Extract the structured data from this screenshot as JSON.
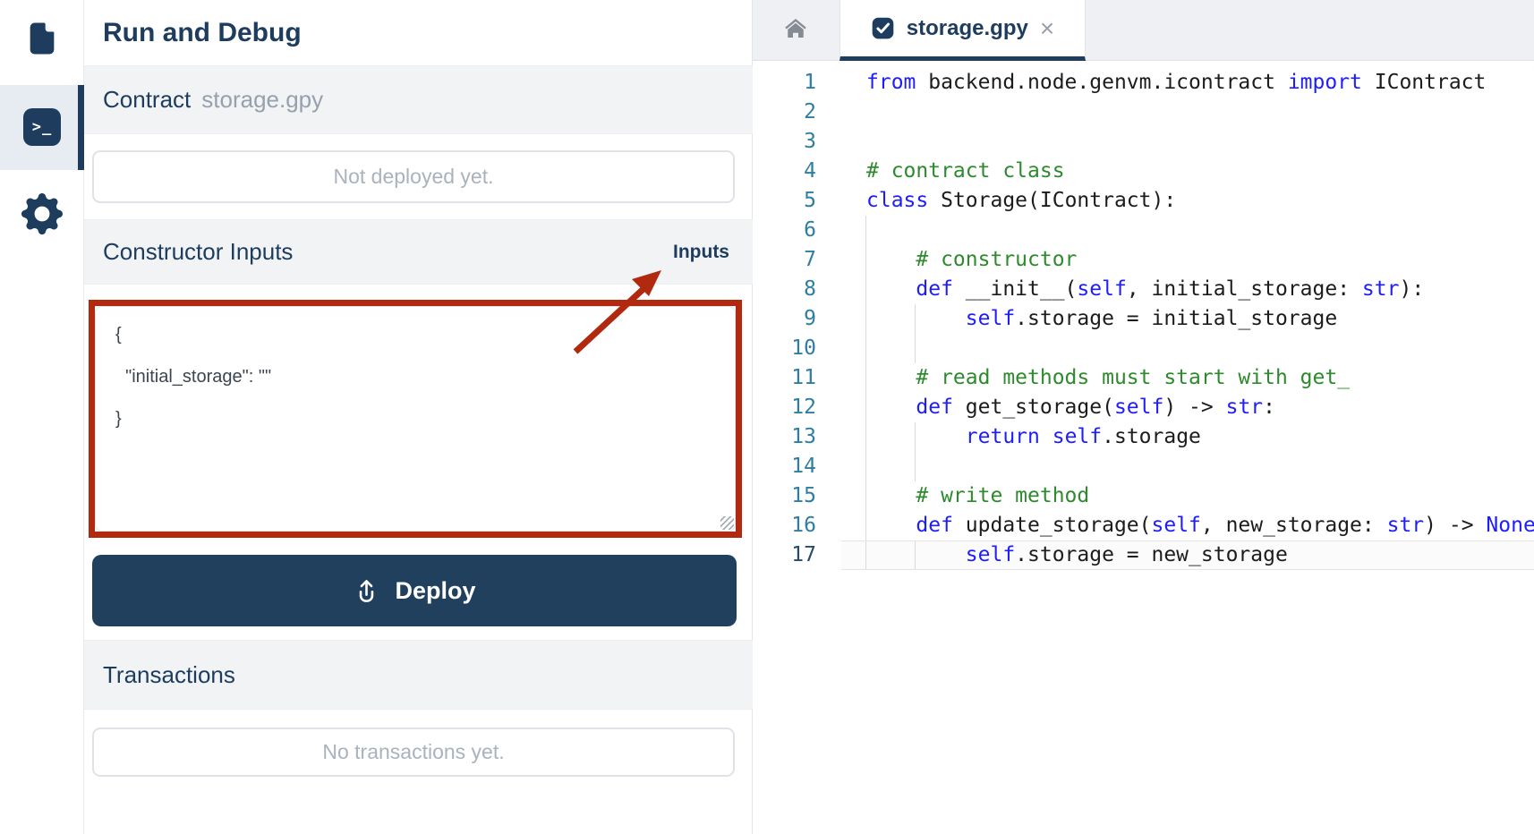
{
  "colors": {
    "accent_navy": "#1d3c5e",
    "deploy_button": "#21405d",
    "annotation_red": "#b1290f",
    "keyword_blue": "#1d1dff",
    "comment_green": "#2d8a2d",
    "line_number_teal": "#2e7da2",
    "section_bg": "#f1f3f5",
    "muted_text": "#a9b2bd"
  },
  "sidebar": {
    "items": [
      {
        "icon": "file-icon"
      },
      {
        "icon": "terminal-icon",
        "glyph": ">_",
        "active": true
      },
      {
        "icon": "gear-icon"
      }
    ]
  },
  "panel": {
    "title": "Run and Debug",
    "contract": {
      "label": "Contract",
      "file": "storage.gpy"
    },
    "deploy_status": "Not deployed yet.",
    "constructor": {
      "label": "Constructor Inputs",
      "toggle_label": "Inputs",
      "value": "{\n  \"initial_storage\": \"\"\n}"
    },
    "deploy_label": "Deploy",
    "transactions": {
      "label": "Transactions",
      "empty": "No transactions yet."
    }
  },
  "editor": {
    "tab": {
      "label": "storage.gpy",
      "close_glyph": "×",
      "icon": "check-square-icon"
    },
    "home_tab_icon": "home-icon",
    "lines": [
      {
        "n": 1,
        "seg": [
          [
            "k",
            "from"
          ],
          [
            "p",
            " backend.node.genvm.icontract "
          ],
          [
            "k",
            "import"
          ],
          [
            "p",
            " IContract"
          ]
        ],
        "g": []
      },
      {
        "n": 2,
        "seg": [],
        "g": []
      },
      {
        "n": 3,
        "seg": [],
        "g": []
      },
      {
        "n": 4,
        "seg": [
          [
            "c",
            "# contract class"
          ]
        ],
        "g": []
      },
      {
        "n": 5,
        "seg": [
          [
            "k",
            "class"
          ],
          [
            "p",
            " Storage(IContract):"
          ]
        ],
        "g": []
      },
      {
        "n": 6,
        "seg": [],
        "g": [
          0
        ]
      },
      {
        "n": 7,
        "seg": [
          [
            "p",
            "    "
          ],
          [
            "c",
            "# constructor"
          ]
        ],
        "g": [
          0
        ]
      },
      {
        "n": 8,
        "seg": [
          [
            "p",
            "    "
          ],
          [
            "k",
            "def"
          ],
          [
            "p",
            " __init__("
          ],
          [
            "k",
            "self"
          ],
          [
            "p",
            ", initial_storage: "
          ],
          [
            "k",
            "str"
          ],
          [
            "p",
            "):"
          ]
        ],
        "g": [
          0
        ]
      },
      {
        "n": 9,
        "seg": [
          [
            "p",
            "        "
          ],
          [
            "k",
            "self"
          ],
          [
            "p",
            ".storage = initial_storage"
          ]
        ],
        "g": [
          0,
          4
        ]
      },
      {
        "n": 10,
        "seg": [],
        "g": [
          0,
          4
        ]
      },
      {
        "n": 11,
        "seg": [
          [
            "p",
            "    "
          ],
          [
            "c",
            "# read methods must start with get_"
          ]
        ],
        "g": [
          0
        ]
      },
      {
        "n": 12,
        "seg": [
          [
            "p",
            "    "
          ],
          [
            "k",
            "def"
          ],
          [
            "p",
            " get_storage("
          ],
          [
            "k",
            "self"
          ],
          [
            "p",
            ") -> "
          ],
          [
            "k",
            "str"
          ],
          [
            "p",
            ":"
          ]
        ],
        "g": [
          0
        ]
      },
      {
        "n": 13,
        "seg": [
          [
            "p",
            "        "
          ],
          [
            "k",
            "return"
          ],
          [
            "p",
            " "
          ],
          [
            "k",
            "self"
          ],
          [
            "p",
            ".storage"
          ]
        ],
        "g": [
          0,
          4
        ]
      },
      {
        "n": 14,
        "seg": [],
        "g": [
          0,
          4
        ]
      },
      {
        "n": 15,
        "seg": [
          [
            "p",
            "    "
          ],
          [
            "c",
            "# write method"
          ]
        ],
        "g": [
          0
        ]
      },
      {
        "n": 16,
        "seg": [
          [
            "p",
            "    "
          ],
          [
            "k",
            "def"
          ],
          [
            "p",
            " update_storage("
          ],
          [
            "k",
            "self"
          ],
          [
            "p",
            ", new_storage: "
          ],
          [
            "k",
            "str"
          ],
          [
            "p",
            ") -> "
          ],
          [
            "k",
            "None"
          ],
          [
            "p",
            ":"
          ]
        ],
        "g": [
          0
        ]
      },
      {
        "n": 17,
        "seg": [
          [
            "p",
            "        "
          ],
          [
            "k",
            "self"
          ],
          [
            "p",
            ".storage = new_storage"
          ]
        ],
        "g": [
          0,
          4
        ],
        "active": true
      }
    ]
  }
}
